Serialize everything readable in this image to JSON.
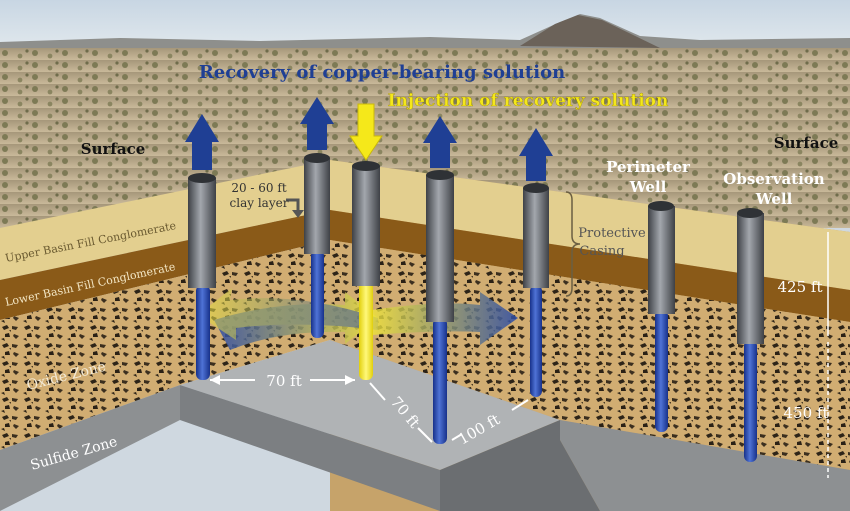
{
  "labels": {
    "recovery": "Recovery of copper-bearing solution",
    "injection": "Injection of recovery solution",
    "surface_left": "Surface",
    "surface_right": "Surface",
    "perimeter_1": "Perimeter",
    "perimeter_2": "Well",
    "observation_1": "Observation",
    "observation_2": "Well",
    "clay_1": "20 - 60 ft",
    "clay_2": "clay layer",
    "casing_1": "Protective",
    "casing_2": "Casing",
    "upper_basin": "Upper Basin Fill Conglomerate",
    "lower_basin": "Lower Basin Fill Conglomerate",
    "oxide": "Oxide Zone",
    "sulfide": "Sulfide Zone",
    "dim_70a": "70 ft",
    "dim_70b": "70 ft",
    "dim_100": "100 ft",
    "depth_425": "425 ft",
    "depth_450": "450 ft"
  },
  "colors": {
    "recovery_blue": "#1f3f94",
    "injection_yellow": "#f5e81a",
    "upper_layer": "#e3cf8f",
    "lower_layer": "#8a5a18",
    "oxide_layer": "#c8a46a",
    "sulfide": "#9a9d9f",
    "casing": "#6f7378"
  },
  "icons": [
    "up-arrow-icon",
    "down-arrow-icon",
    "flow-arrow-icon"
  ]
}
